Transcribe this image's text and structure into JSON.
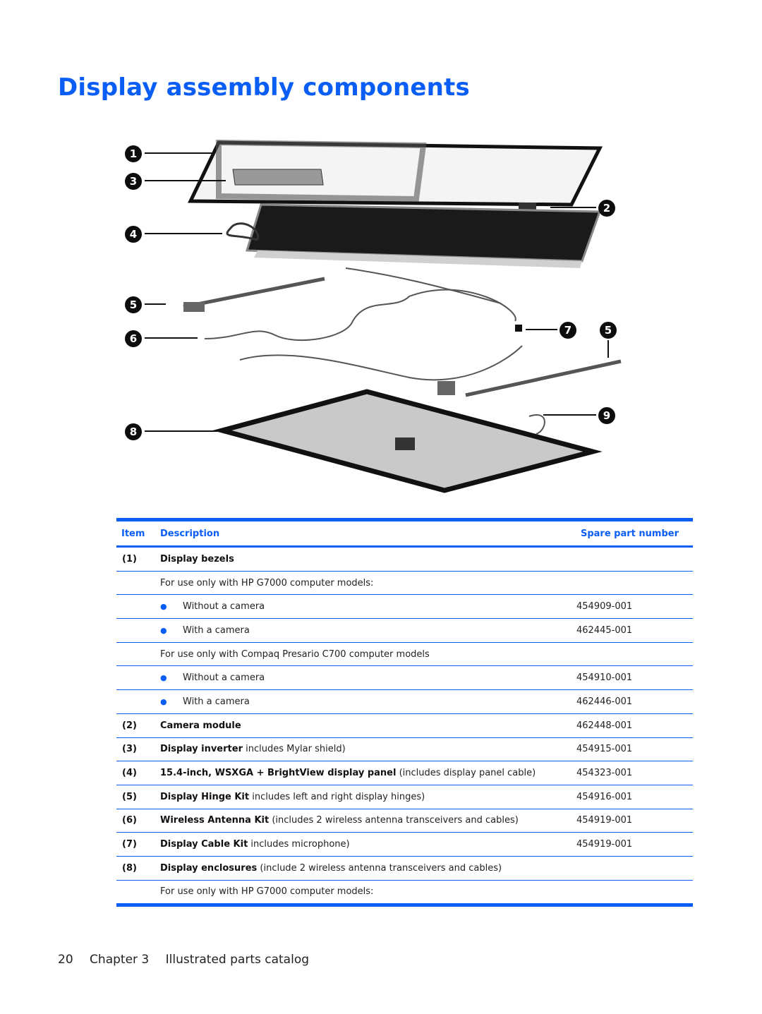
{
  "title": "Display assembly components",
  "figure": {
    "callouts": [
      "1",
      "3",
      "4",
      "5",
      "6",
      "8",
      "2",
      "7",
      "5",
      "9"
    ]
  },
  "table": {
    "headers": {
      "item": "Item",
      "description": "Description",
      "spare": "Spare part number"
    },
    "rows": [
      {
        "item": "(1)",
        "name": "Display bezels",
        "desc": "",
        "spare": "",
        "bullet": false,
        "indent": false
      },
      {
        "item": "",
        "name": "",
        "desc": "For use only with HP G7000 computer models:",
        "spare": "",
        "bullet": false,
        "indent": false
      },
      {
        "item": "",
        "name": "",
        "desc": "Without a camera",
        "spare": "454909-001",
        "bullet": true,
        "indent": true
      },
      {
        "item": "",
        "name": "",
        "desc": "With a camera",
        "spare": "462445-001",
        "bullet": true,
        "indent": true
      },
      {
        "item": "",
        "name": "",
        "desc": "For use only with Compaq Presario C700 computer models",
        "spare": "",
        "bullet": false,
        "indent": false
      },
      {
        "item": "",
        "name": "",
        "desc": "Without a camera",
        "spare": "454910-001",
        "bullet": true,
        "indent": true
      },
      {
        "item": "",
        "name": "",
        "desc": "With a camera",
        "spare": "462446-001",
        "bullet": true,
        "indent": true
      },
      {
        "item": "(2)",
        "name": "Camera module",
        "desc": "",
        "spare": "462448-001",
        "bullet": false,
        "indent": false
      },
      {
        "item": "(3)",
        "name": "Display inverter",
        "desc": "includes Mylar shield)",
        "spare": "454915-001",
        "bullet": false,
        "indent": false
      },
      {
        "item": "(4)",
        "name": "15.4-inch, WSXGA + BrightView display panel",
        "desc": "(includes display panel cable)",
        "spare": "454323-001",
        "bullet": false,
        "indent": false
      },
      {
        "item": "(5)",
        "name": "Display Hinge Kit",
        "desc": "includes left and right display hinges)",
        "spare": "454916-001",
        "bullet": false,
        "indent": false
      },
      {
        "item": "(6)",
        "name": "Wireless Antenna Kit",
        "desc": "(includes 2 wireless antenna transceivers and cables)",
        "spare": "454919-001",
        "bullet": false,
        "indent": false
      },
      {
        "item": "(7)",
        "name": "Display Cable Kit",
        "desc": "includes microphone)",
        "spare": "454919-001",
        "bullet": false,
        "indent": false
      },
      {
        "item": "(8)",
        "name": "Display enclosures",
        "desc": "(include 2 wireless antenna transceivers and cables)",
        "spare": "",
        "bullet": false,
        "indent": false
      },
      {
        "item": "",
        "name": "",
        "desc": "For use only with HP G7000 computer models:",
        "spare": "",
        "bullet": false,
        "indent": false
      }
    ]
  },
  "footer": {
    "page": "20",
    "chapter": "Chapter 3",
    "section": "Illustrated parts catalog"
  },
  "colors": {
    "accent": "#0a5ef5"
  }
}
